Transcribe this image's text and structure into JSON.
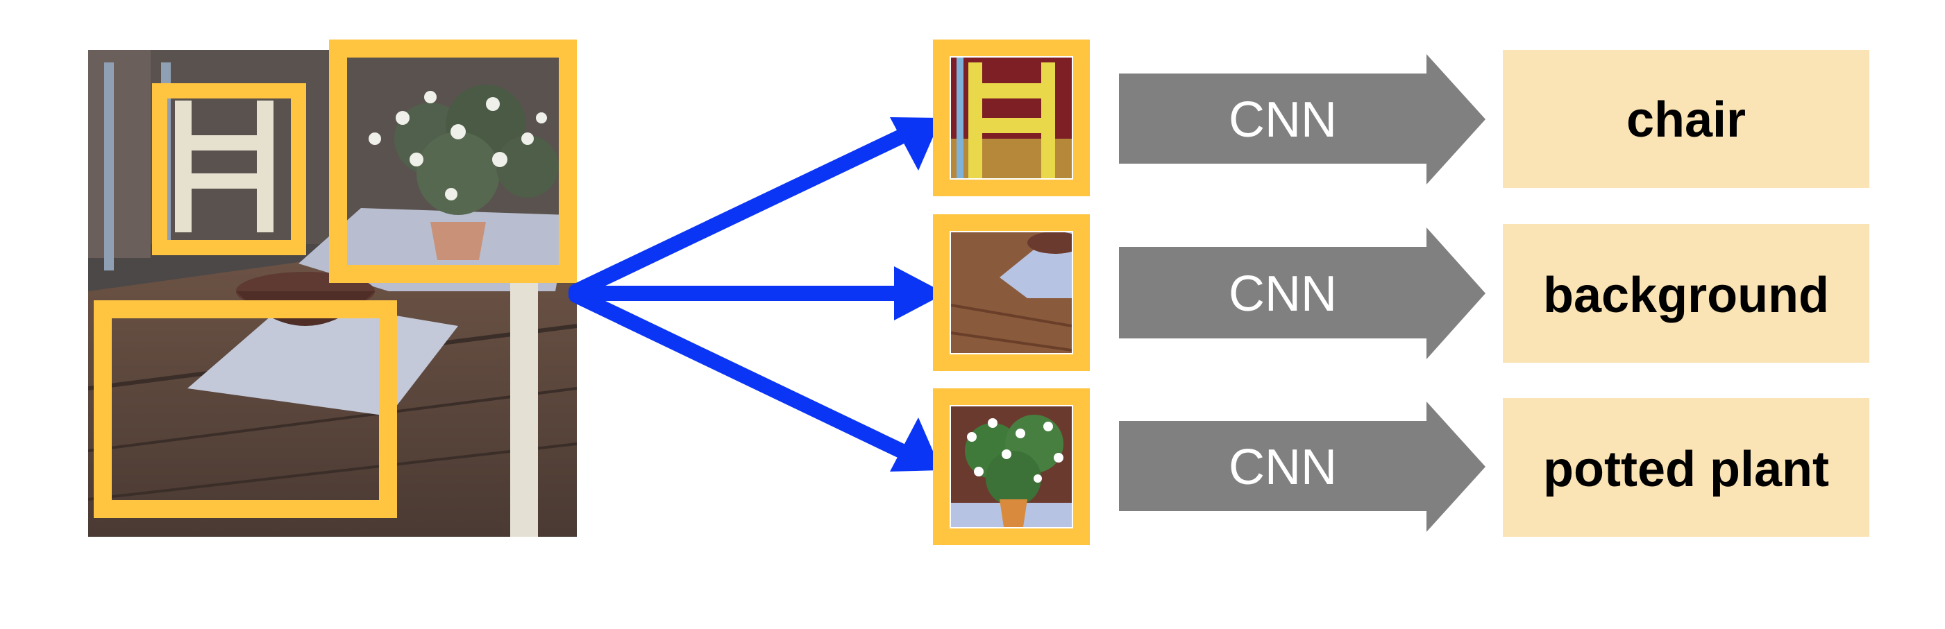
{
  "colors": {
    "box": "#ffc440",
    "arrow": "#0a35f5",
    "cnn_arrow": "#808080",
    "label_bg": "#fae3b4"
  },
  "rows": [
    {
      "network": "CNN",
      "label": "chair"
    },
    {
      "network": "CNN",
      "label": "background"
    },
    {
      "network": "CNN",
      "label": "potted plant"
    }
  ]
}
